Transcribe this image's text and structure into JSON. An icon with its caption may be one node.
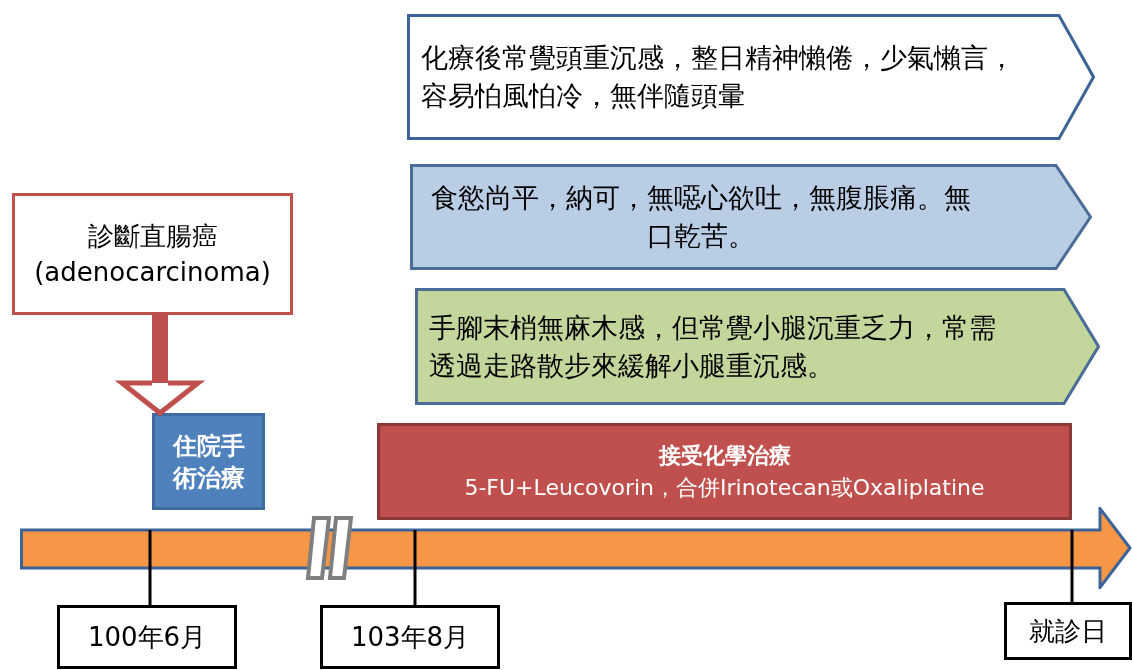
{
  "diagram": {
    "nodes": [
      {
        "text": [
          "診斷直腸癌 (adenocarcinoma)"
        ]
      },
      {
        "text": [
          "住院手術治療"
        ]
      },
      {
        "text": [
          "接受化學治療",
          "5-FU+Leucovorin，合併Irinotecan或Oxaliplatine"
        ]
      },
      {
        "text": [
          "化療後常覺頭重沉感，整日精神懶倦，少氣懶言，容易怕風怕冷，無伴隨頭暈"
        ]
      },
      {
        "text": [
          "食慾尚平，納可，無噁心欲吐，無腹脹痛。無口乾苦。"
        ]
      },
      {
        "text": [
          "手腳末梢無麻木感，但常覺小腿沉重乏力，常需透過走路散步來緩解小腿重沉感。"
        ]
      },
      {
        "text": [],
        "shape": "arrow"
      },
      {
        "text": [
          "100年6月"
        ]
      },
      {
        "text": [
          "103年8月"
        ]
      },
      {
        "text": [
          "就診日"
        ]
      }
    ],
    "edges": [
      {
        "from": 0,
        "to": 1,
        "arrow": "to",
        "style": "thick",
        "color": "#c0504d"
      },
      {
        "from": 7,
        "to": 6,
        "arrow": "none"
      },
      {
        "from": 8,
        "to": 6,
        "arrow": "none"
      },
      {
        "from": 9,
        "to": 6,
        "arrow": "none"
      }
    ]
  }
}
